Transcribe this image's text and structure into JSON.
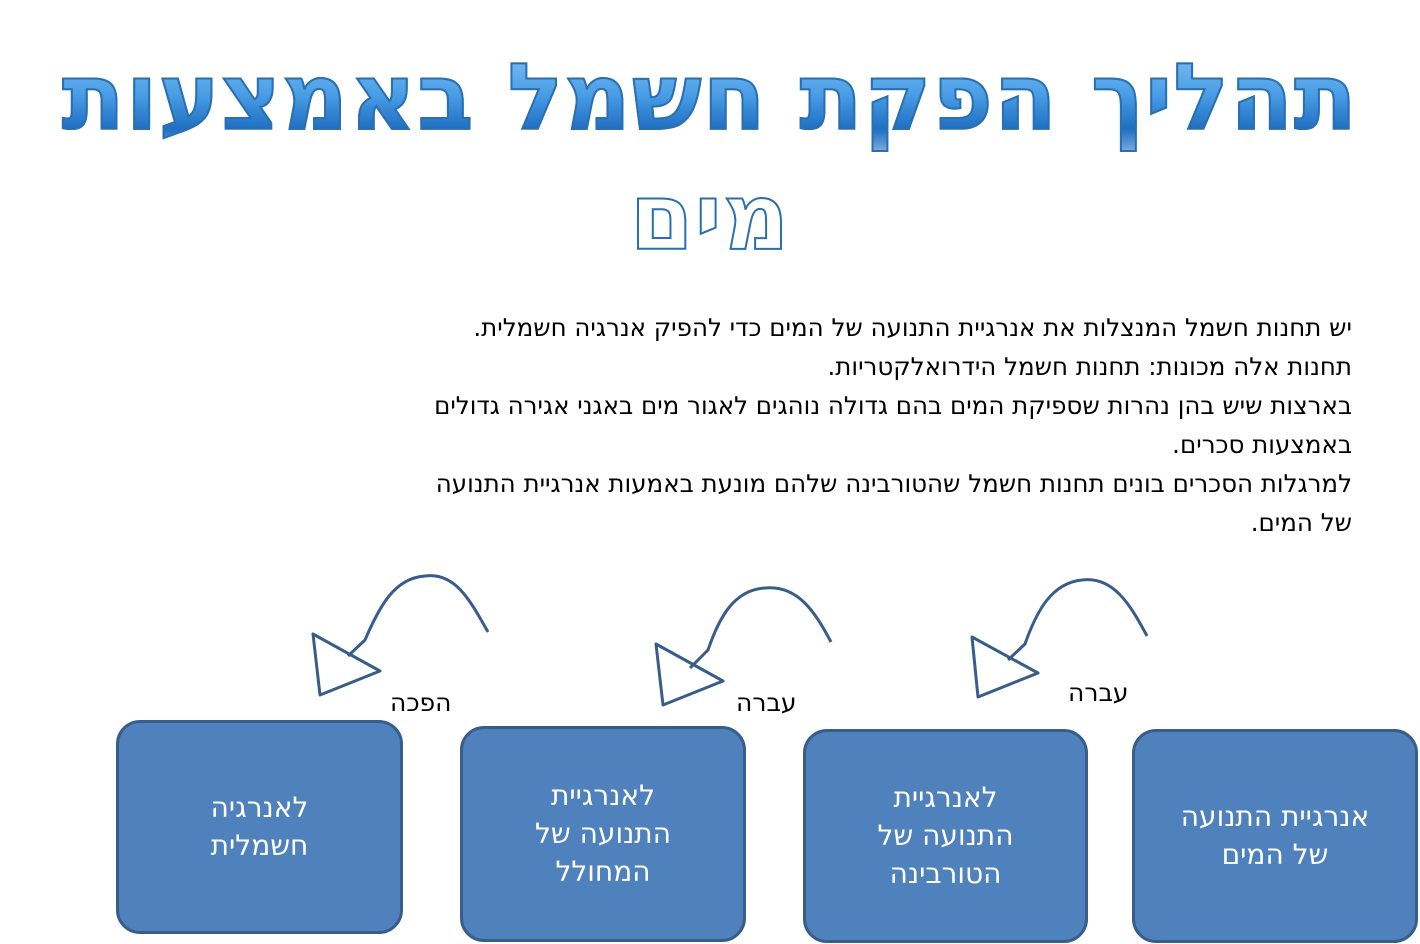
{
  "title": "תהליך הפקת חשמל באמצעות מים",
  "paragraph": {
    "lines": [
      "יש תחנות חשמל המנצלות את אנרגיית התנועה של המים כדי להפיק אנרגיה חשמלית.",
      "תחנות אלה מכונות: תחנות חשמל הידרואלקטריות.",
      "בארצות שיש בהן נהרות שספיקת המים בהם גדולה נוהגים לאגור מים באגני אגירה גדולים",
      "באמצעות סכרים.",
      "למרגלות הסכרים בונים תחנות חשמל שהטורבינה שלהם מונעת באמעות אנרגיית התנועה",
      " של המים."
    ]
  },
  "diagram": {
    "boxes": {
      "water": "אנרגיית התנועה של המים",
      "turbine": "לאנרגיית התנועה של הטורבינה",
      "generator": "לאנרגיית התנועה של המחולל",
      "electric": "לאנרגיה חשמלית"
    },
    "labels": {
      "transfer1": "עברה",
      "transfer2": "עברה",
      "conversion": "הפכה"
    }
  },
  "colors": {
    "box_fill": "#4f81bd",
    "box_border": "#385d8a",
    "title": "#3f8fd6"
  }
}
